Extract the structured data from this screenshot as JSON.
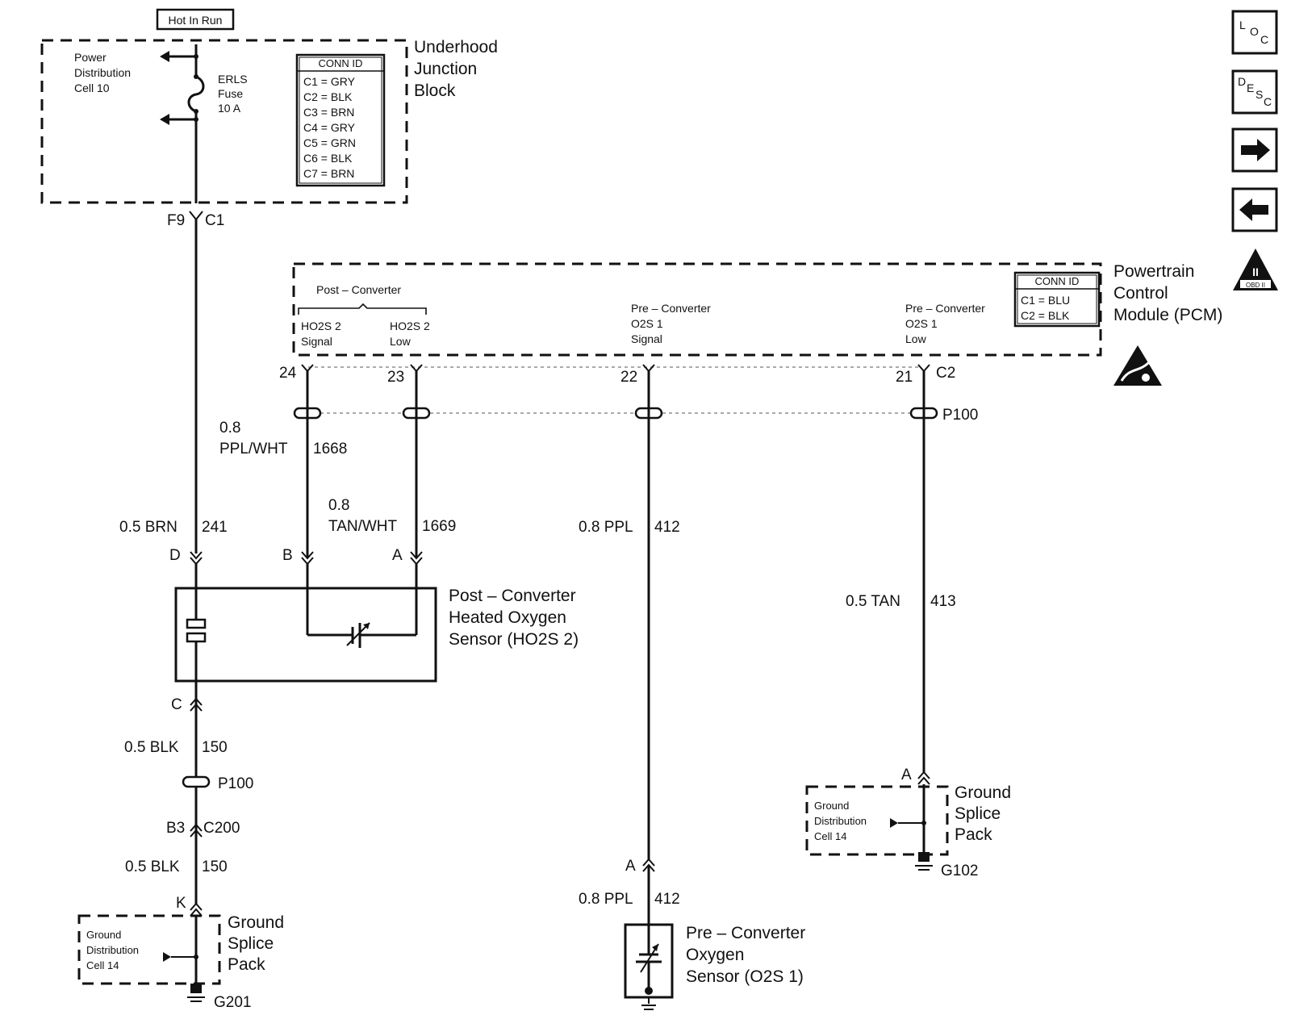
{
  "header": {
    "hot_in_run": "Hot In Run"
  },
  "underhood": {
    "title": [
      "Underhood",
      "Junction",
      "Block"
    ],
    "power_dist": [
      "Power",
      "Distribution",
      "Cell 10"
    ],
    "fuse": [
      "ERLS",
      "Fuse",
      "10 A"
    ],
    "conn_title": "CONN ID",
    "conn_rows": [
      "C1 = GRY",
      "C2 = BLK",
      "C3 = BRN",
      "C4 = GRY",
      "C5 = GRN",
      "C6 = BLK",
      "C7 = BRN"
    ],
    "pin": "F9",
    "conn": "C1"
  },
  "pcm": {
    "title": [
      "Powertrain",
      "Control",
      "Module (PCM)"
    ],
    "conn_title": "CONN ID",
    "conn_rows": [
      "C1 = BLU",
      "C2 = BLK"
    ],
    "post_converter": "Post – Converter",
    "ho2s2_signal": [
      "HO2S 2",
      "Signal"
    ],
    "ho2s2_low": [
      "HO2S 2",
      "Low"
    ],
    "o2s1_signal": [
      "Pre – Converter",
      "O2S 1",
      "Signal"
    ],
    "o2s1_low": [
      "Pre – Converter",
      "O2S 1",
      "Low"
    ],
    "pins": [
      "24",
      "23",
      "22",
      "21"
    ],
    "conn": "C2",
    "splice": "P100"
  },
  "wires": {
    "w1668": [
      "0.8",
      "PPL/WHT",
      "1668"
    ],
    "w1669": [
      "0.8",
      "TAN/WHT",
      "1669"
    ],
    "w241": [
      "0.5 BRN",
      "241"
    ],
    "w412a": [
      "0.8 PPL",
      "412"
    ],
    "w413": [
      "0.5 TAN",
      "413"
    ],
    "w150a": [
      "0.5 BLK",
      "150"
    ],
    "w150b": [
      "0.5 BLK",
      "150"
    ],
    "w412b": [
      "0.8 PPL",
      "412"
    ]
  },
  "ho2s2": {
    "title": [
      "Post – Converter",
      "Heated Oxygen",
      "Sensor (HO2S 2)"
    ],
    "pins": {
      "d": "D",
      "b": "B",
      "a": "A",
      "c": "C"
    }
  },
  "lower_left": {
    "splice": "P100",
    "b3": "B3",
    "c200": "C200",
    "k": "K",
    "ground_dist": [
      "Ground",
      "Distribution",
      "Cell 14"
    ],
    "splice_pack": [
      "Ground",
      "Splice",
      "Pack"
    ],
    "ground": "G201"
  },
  "o2s1": {
    "title": [
      "Pre – Converter",
      "Oxygen",
      "Sensor (O2S 1)"
    ],
    "pin": "A"
  },
  "lower_right": {
    "pin": "A",
    "ground_dist": [
      "Ground",
      "Distribution",
      "Cell 14"
    ],
    "splice_pack": [
      "Ground",
      "Splice",
      "Pack"
    ],
    "ground": "G102"
  },
  "nav": {
    "loc": [
      "L",
      "O",
      "C"
    ],
    "desc": [
      "D",
      "E",
      "S",
      "C"
    ],
    "next_icon": "arrow-right-icon",
    "prev_icon": "arrow-left-icon",
    "obd_badge": [
      "II",
      "OBD II"
    ]
  }
}
